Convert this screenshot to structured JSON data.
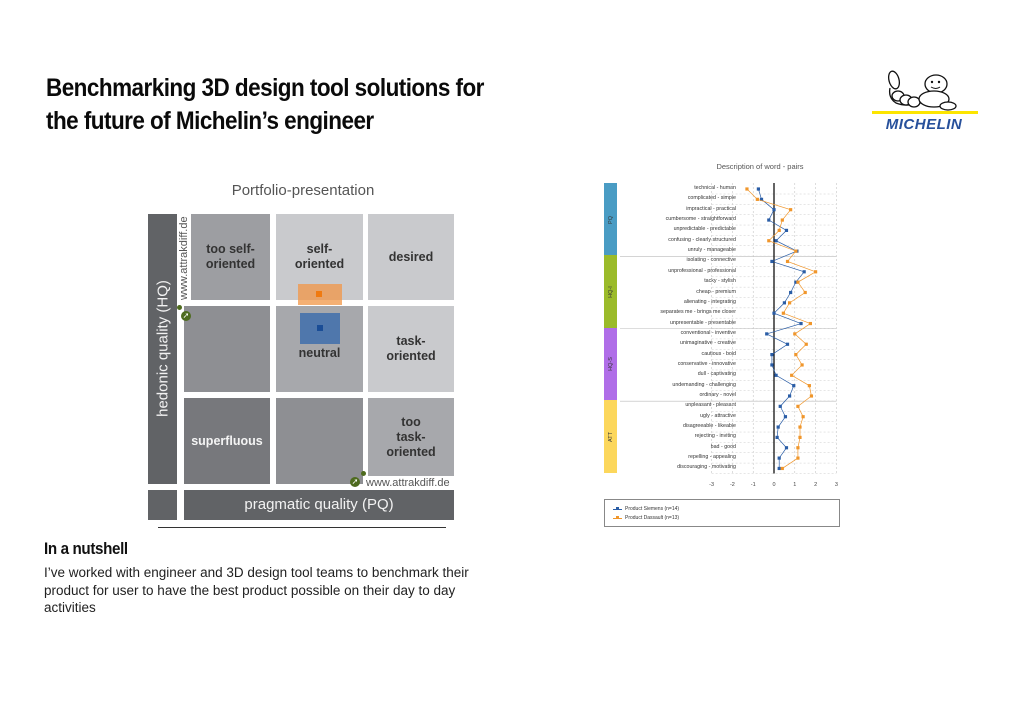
{
  "header": {
    "title_line1": "Benchmarking 3D design tool solutions for",
    "title_line2": "the future of Michelin’s engineer",
    "logo_text": "MICHELIN",
    "logo_colors": {
      "brand_blue": "#27509b",
      "brand_yellow": "#fce500"
    }
  },
  "portfolio": {
    "title": "Portfolio-presentation",
    "y_axis_label": "hedonic quality (HQ)",
    "x_axis_label": "pragmatic quality (PQ)",
    "watermark": "www.attrakdiff.de",
    "cells": [
      {
        "label": "too self-oriented",
        "row": 0,
        "col": 0,
        "color": "#9d9ea2"
      },
      {
        "label": "self-oriented",
        "row": 0,
        "col": 1,
        "color": "#c9cacd"
      },
      {
        "label": "desired",
        "row": 0,
        "col": 2,
        "color": "#c9cacd"
      },
      {
        "label": "",
        "row": 1,
        "col": 0,
        "color": "#8e8f93"
      },
      {
        "label": "neutral",
        "row": 1,
        "col": 1,
        "color": "#a7a8ac"
      },
      {
        "label": "task-oriented",
        "row": 1,
        "col": 2,
        "color": "#c9cacd"
      },
      {
        "label": "superfluous",
        "row": 2,
        "col": 0,
        "color": "#77787c"
      },
      {
        "label": "",
        "row": 2,
        "col": 1,
        "color": "#8e8f93"
      },
      {
        "label": "too task-oriented",
        "row": 2,
        "col": 2,
        "color": "#a7a8ac"
      }
    ],
    "products": [
      {
        "name": "Product Dassault",
        "color": "#f0862b"
      },
      {
        "name": "Product Siemens",
        "color": "#2a5da6"
      }
    ]
  },
  "nutshell": {
    "title": "In a nutshell",
    "body": "I’ve worked with engineer and 3D design tool teams to benchmark their product for user to have the best product possible on their day to day activities"
  },
  "chart_data": {
    "type": "line",
    "title": "Description of word - pairs",
    "orientation": "horizontal",
    "xlim": [
      -3,
      3
    ],
    "x_ticks": [
      "-3",
      "-2",
      "-1",
      "0",
      "1",
      "2",
      "3"
    ],
    "grid": true,
    "groups": [
      {
        "name": "PQ",
        "color": "#4a9cc4",
        "rows": [
          0,
          6
        ]
      },
      {
        "name": "HQ-I",
        "color": "#9bbb2a",
        "rows": [
          7,
          13
        ]
      },
      {
        "name": "HQ-S",
        "color": "#b06ee8",
        "rows": [
          14,
          20
        ]
      },
      {
        "name": "ATT",
        "color": "#fcd75c",
        "rows": [
          21,
          27
        ]
      }
    ],
    "categories": [
      "technical - human",
      "complicated - simple",
      "impractical - practical",
      "cumbersome - straightforward",
      "unpredictable - predictable",
      "confusing - clearly structured",
      "unruly - manageable",
      "isolating - connective",
      "unprofessional - professional",
      "tacky - stylish",
      "cheap - premium",
      "alienating - integrating",
      "separates me - brings me closer",
      "unpresentable - presentable",
      "conventional - inventive",
      "unimaginative - creative",
      "cautious - bold",
      "conservative - innovative",
      "dull - captivating",
      "undemanding - challenging",
      "ordinary - novel",
      "unpleasant - pleasant",
      "ugly - attractive",
      "disagreeable - likeable",
      "rejecting - inviting",
      "bad - good",
      "repelling - appealing",
      "discouraging - motivating"
    ],
    "series": [
      {
        "name": "Product Siemens (n=14)",
        "color": "#2a5da6",
        "values": [
          -0.75,
          -0.6,
          0.0,
          -0.25,
          0.6,
          0.1,
          1.1,
          -0.1,
          1.45,
          1.05,
          0.8,
          0.5,
          0.0,
          1.3,
          -0.35,
          0.65,
          -0.1,
          -0.1,
          0.1,
          0.95,
          0.75,
          0.3,
          0.55,
          0.2,
          0.15,
          0.6,
          0.25,
          0.25
        ]
      },
      {
        "name": "Product Dassault (n=13)",
        "color": "#f0962b",
        "values": [
          -1.3,
          -0.8,
          0.8,
          0.4,
          0.25,
          -0.25,
          1.05,
          0.65,
          2.0,
          1.15,
          1.5,
          0.75,
          0.45,
          1.75,
          1.0,
          1.55,
          1.05,
          1.35,
          0.85,
          1.7,
          1.8,
          1.15,
          1.4,
          1.25,
          1.25,
          1.15,
          1.15,
          0.4
        ]
      }
    ],
    "legend": [
      "Product Siemens (n=14)",
      "Product Dassault (n=13)"
    ],
    "legend_position": "bottom"
  }
}
